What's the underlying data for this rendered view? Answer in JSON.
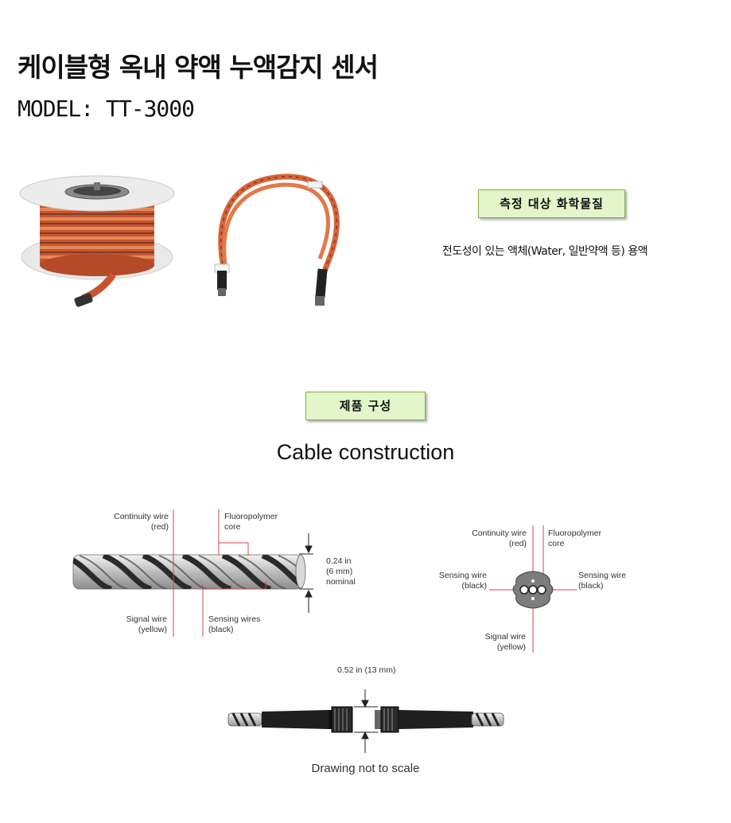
{
  "header": {
    "title": "케이블형 옥내 약액 누액감지 센서",
    "model": "MODEL: TT-3000"
  },
  "measurement": {
    "badge": "측정 대상 화학물질",
    "description": "전도성이 있는 액체(Water, 일반약액 등) 용액"
  },
  "composition": {
    "badge": "제품 구성",
    "heading": "Cable construction"
  },
  "side_view": {
    "continuity_wire": "Continuity wire\n(red)",
    "fluoropolymer_core": "Fluoropolymer\ncore",
    "diameter": "0.24 in\n(6 mm)\nnominal",
    "signal_wire": "Signal wire\n(yellow)",
    "sensing_wires": "Sensing wires\n(black)"
  },
  "cross_section": {
    "continuity_wire": "Continuity wire\n(red)",
    "fluoropolymer_core": "Fluoropolymer\ncore",
    "sensing_wire_left": "Sensing wire\n(black)",
    "sensing_wire_right": "Sensing wire\n(black)",
    "signal_wire": "Signal wire\n(yellow)"
  },
  "connector": {
    "diameter": "0.52 in (13 mm)"
  },
  "footnote": "Drawing not to scale",
  "colors": {
    "callout_line": "#d9434f",
    "badge_fill": "#e2f6c9",
    "badge_border": "#7fb24a",
    "cable_orange": "#d8643a",
    "cable_stripe": "#2e2e2e"
  }
}
